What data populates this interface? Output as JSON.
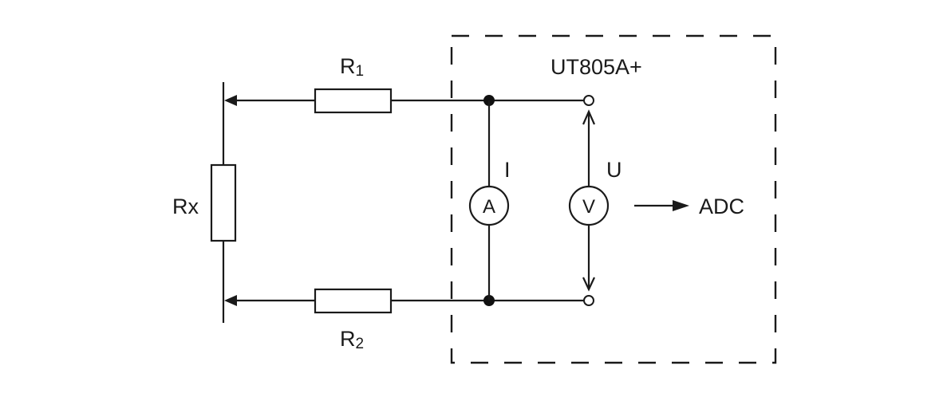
{
  "diagram": {
    "box_label": "UT805A+",
    "r1": {
      "main": "R",
      "sub": "1"
    },
    "r2": {
      "main": "R",
      "sub": "2"
    },
    "rx_label": "Rx",
    "current_label": "I",
    "voltage_label": "U",
    "ammeter_symbol": "A",
    "voltmeter_symbol": "V",
    "adc_label": "ADC"
  }
}
